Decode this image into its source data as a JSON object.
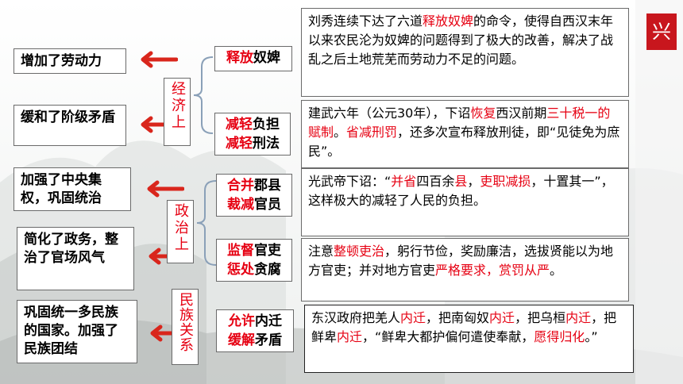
{
  "stamp": "兴",
  "categories": {
    "economy": "经济上",
    "politics": "政治上",
    "ethnic": "民族关系"
  },
  "results": {
    "r1": "增加了劳动力",
    "r2": "缓和了阶级矛盾",
    "r3": "加强了中央集权，巩固统治",
    "r4": "简化了政务，整治了官场风气",
    "r5": "巩固统一多民族的国家。加强了民族团结"
  },
  "actions": {
    "a1": {
      "red": "释放",
      "black": "奴婢"
    },
    "a2": {
      "l1_red": "减轻",
      "l1_black": "负担",
      "l2_red": "减轻",
      "l2_black": "刑法"
    },
    "a3": {
      "l1_red": "合并",
      "l1_black": "郡县",
      "l2_red": "裁减",
      "l2_black": "官员"
    },
    "a4": {
      "l1_red": "监督",
      "l1_black": "官吏",
      "l2_red": "惩处",
      "l2_black": "贪腐"
    },
    "a5": {
      "l1_red": "允许",
      "l1_black": "内迁",
      "l2_red": "缓解",
      "l2_black": "矛盾"
    }
  },
  "details": {
    "d1": {
      "t1": "刘秀连续下达了六道",
      "r1": "释放奴婢",
      "t2": "的命令，使得自西汉末年以来农民沦为奴婢的问题得到了极大的改善，解决了战乱之后土地荒芜而劳动力不足的问题。"
    },
    "d2": {
      "t1": "建武六年（公元30年），下诏",
      "r1": "恢复",
      "t2": "西汉前期",
      "r2": "三十税一的赋制",
      "t3": "。",
      "r3": "省减刑罚",
      "t4": "，还多次宣布释放刑徒，即“见徒免为庶民”。"
    },
    "d3": {
      "t1": "光武帝下诏：“",
      "r1": "并省",
      "t2": "四百余",
      "r2": "县",
      "t3": "，",
      "r3": "吏职减损",
      "t4": "，十置其一”，这样极大的减轻了人民的负担。"
    },
    "d4": {
      "t1": "注意",
      "r1": "整顿吏治",
      "t2": "，躬行节俭，奖励廉洁，选拔贤能以为地方官吏；并对地方官吏",
      "r2": "严格要求，赏罚从严",
      "t3": "。"
    },
    "d5": {
      "t1": "东汉政府把羌人",
      "r1": "内迁",
      "t2": "，把南匈奴",
      "r2": "内迁",
      "t3": "，把乌桓",
      "r3": "内迁",
      "t4": "，把鲜卑",
      "r4": "内迁",
      "t5": "，“鲜卑大都护偏何遣使奉献，",
      "r5": "愿得归化",
      "t6": "。”"
    }
  },
  "colors": {
    "accent_red": "#e60012",
    "stamp_red": "#c8161d",
    "arrow_red": "#d9261c",
    "border_gray": "#6a6a6a"
  }
}
